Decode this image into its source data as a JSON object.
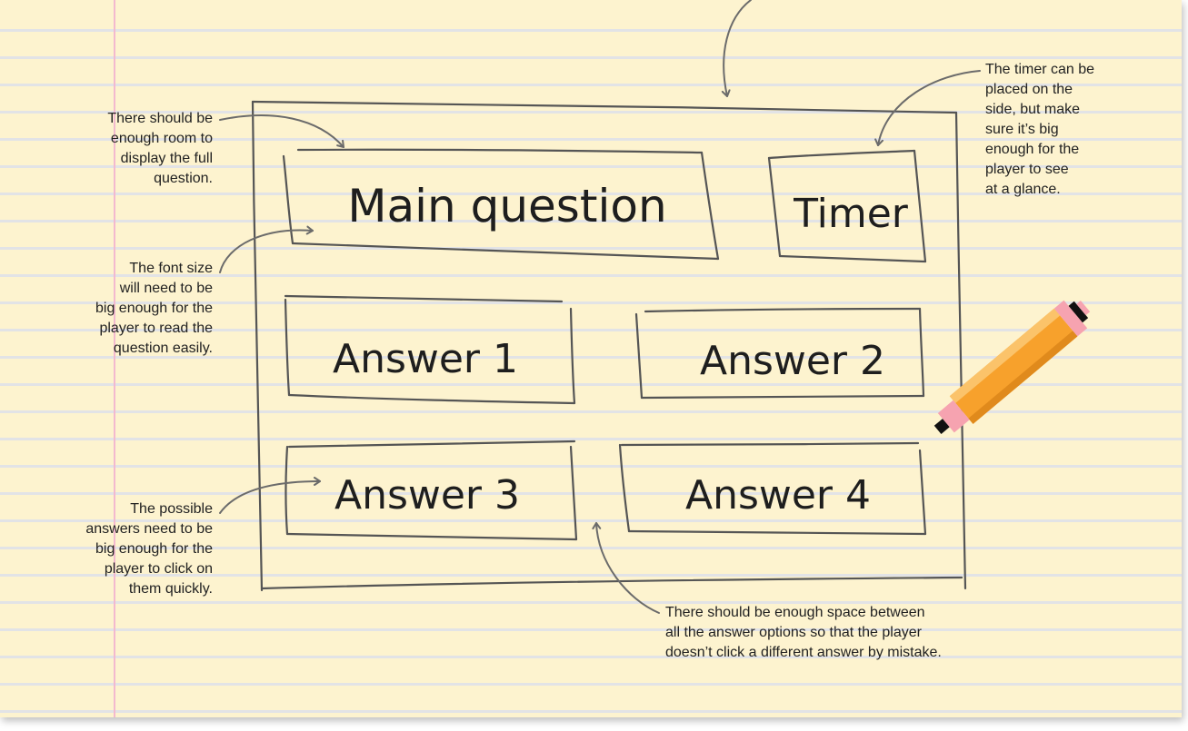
{
  "sketch": {
    "main_question": "Main question",
    "timer": "Timer",
    "answers": [
      "Answer 1",
      "Answer 2",
      "Answer 3",
      "Answer 4"
    ]
  },
  "annotations": {
    "room_for_question": "There should be\nenough room to\ndisplay the full\nquestion.",
    "font_size": "The font size\nwill need to be\nbig enough for the\nplayer to read the\nquestion easily.",
    "answers_size": "The possible\nanswers need to be\nbig enough for the\nplayer to click on\nthem quickly.",
    "timer_side": "The timer can be\nplaced on the\nside, but make\nsure it’s big\nenough for the\nplayer to see\nat a glance.",
    "spacing": "There should be enough space between\nall the answer options so that the player\ndoesn’t click a different answer by mistake."
  },
  "colors": {
    "paper": "#fdf3cf",
    "rule_line": "#e2e3e6",
    "margin_line": "#f3b9cf",
    "pencil": "#555555",
    "marker_body": "#f7a12c",
    "marker_tip": "#f6a3b0"
  }
}
